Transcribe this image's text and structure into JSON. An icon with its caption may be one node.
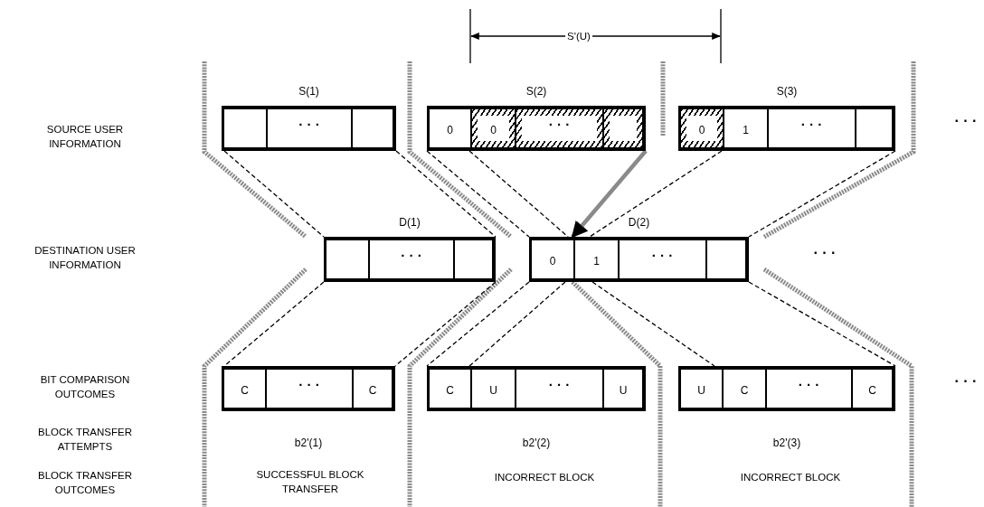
{
  "diagram": {
    "nodes": [
      {
        "text": [
          "S(1)"
        ]
      },
      {
        "text": [],
        "shape": "box",
        "in": 0
      },
      {
        "text": [
          "· · ·"
        ],
        "in": 0
      },
      {
        "text": [],
        "shape": "box",
        "in": 0
      },
      {
        "text": [
          "S(2)"
        ]
      },
      {
        "text": [
          "0"
        ],
        "in": 4
      },
      {
        "text": [
          "0"
        ],
        "in": 4
      },
      {
        "text": [
          "· · ·"
        ],
        "in": 4
      },
      {
        "text": [],
        "shape": "box",
        "in": 4
      },
      {
        "text": [
          "S(3)"
        ]
      },
      {
        "text": [
          "0"
        ],
        "in": 9
      },
      {
        "text": [
          "1"
        ],
        "in": 9
      },
      {
        "text": [
          "· · ·"
        ],
        "in": 9
      },
      {
        "text": [],
        "shape": "box",
        "in": 9
      },
      {
        "text": [
          "D(1)"
        ]
      },
      {
        "text": [],
        "shape": "box",
        "in": 14
      },
      {
        "text": [
          "· · ·"
        ],
        "in": 14
      },
      {
        "text": [],
        "shape": "box",
        "in": 14
      },
      {
        "text": [
          "D(2)"
        ]
      },
      {
        "text": [
          "0"
        ],
        "in": 18
      },
      {
        "text": [
          "1"
        ],
        "in": 18
      },
      {
        "text": [
          "· · ·"
        ],
        "in": 18
      },
      {
        "text": [],
        "shape": "box",
        "in": 18
      },
      {
        "text": [],
        "shape": "box",
        "beside": [
          "b2'(1)"
        ]
      },
      {
        "text": [
          "C"
        ],
        "in": 23
      },
      {
        "text": [
          "· · ·"
        ],
        "in": 23
      },
      {
        "text": [
          "C"
        ],
        "in": 23
      },
      {
        "text": [],
        "shape": "box",
        "beside": [
          "b2'(2)"
        ]
      },
      {
        "text": [
          "C"
        ],
        "in": 27
      },
      {
        "text": [
          "U"
        ],
        "in": 27
      },
      {
        "text": [
          "· · ·"
        ],
        "in": 27
      },
      {
        "text": [
          "U"
        ],
        "in": 27
      },
      {
        "text": [],
        "shape": "box",
        "beside": [
          "b2'(3)"
        ]
      },
      {
        "text": [
          "U"
        ],
        "in": 32
      },
      {
        "text": [
          "C"
        ],
        "in": 32
      },
      {
        "text": [
          "· · ·"
        ],
        "in": 32
      },
      {
        "text": [
          "C"
        ],
        "in": 32
      }
    ],
    "edges": [
      {
        "from": 0,
        "to": 14,
        "arrow": "none",
        "style": "dashed"
      },
      {
        "from": 0,
        "to": 14,
        "arrow": "none",
        "style": "dashed"
      },
      {
        "from": 4,
        "to": 18,
        "arrow": "none",
        "style": "dashed"
      },
      {
        "from": 4,
        "to": 18,
        "arrow": "none",
        "style": "dashed"
      },
      {
        "from": 4,
        "to": 18,
        "arrow": "to",
        "style": "thick",
        "color": "#8a8a8a"
      },
      {
        "from": 9,
        "to": 18,
        "arrow": "none",
        "style": "dashed"
      },
      {
        "from": 9,
        "to": 18,
        "arrow": "none",
        "style": "dashed"
      },
      {
        "from": 14,
        "to": 23,
        "arrow": "none",
        "style": "dashed"
      },
      {
        "from": 14,
        "to": 23,
        "arrow": "none",
        "style": "dashed"
      },
      {
        "from": 18,
        "to": 27,
        "arrow": "none",
        "style": "dashed"
      },
      {
        "from": 18,
        "to": 27,
        "arrow": "none",
        "style": "dashed"
      },
      {
        "from": 18,
        "to": 32,
        "arrow": "none",
        "style": "dashed"
      },
      {
        "from": 18,
        "to": 32,
        "arrow": "none",
        "style": "dashed"
      }
    ],
    "labels": [
      "S'(U)",
      "SOURCE USER INFORMATION",
      "· · ·",
      "DESTINATION USER INFORMATION",
      "· · ·",
      "BIT COMPARISON OUTCOMES",
      "· · ·",
      "BLOCK TRANSFER ATTEMPTS",
      "BLOCK TRANSFER OUTCOMES",
      "SUCCESSFUL BLOCK TRANSFER",
      "INCORRECT BLOCK",
      "INCORRECT BLOCK"
    ]
  }
}
